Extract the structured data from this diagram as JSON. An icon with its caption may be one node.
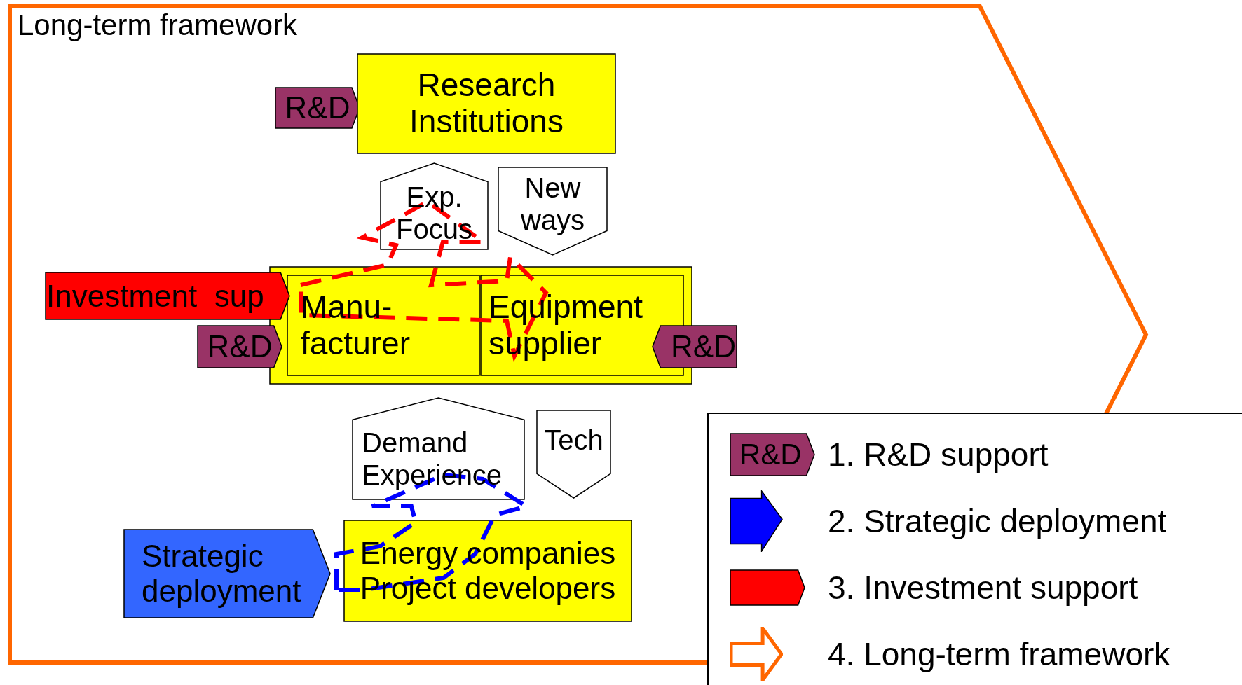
{
  "diagram": {
    "nodes": [
      {
        "text": [
          "Long-term framework"
        ]
      },
      {
        "text": [
          "R&D"
        ],
        "in": 0
      },
      {
        "text": [
          "Research Institutions"
        ],
        "in": 0
      },
      {
        "text": [
          "Exp. Focus"
        ],
        "in": 0
      },
      {
        "text": [
          "New ways"
        ],
        "in": 0
      },
      {
        "text": [],
        "shape": "box",
        "in": 0
      },
      {
        "text": [
          "Manu- facturer"
        ],
        "in": 5
      },
      {
        "text": [
          "Equipment supplier"
        ],
        "in": 5
      },
      {
        "text": [
          "Investment  sup"
        ],
        "in": 0
      },
      {
        "text": [
          "R&D"
        ],
        "in": 0
      },
      {
        "text": [
          "R&D"
        ],
        "in": 0
      },
      {
        "text": [
          "Demand Experience"
        ],
        "in": 0
      },
      {
        "text": [
          "Tech"
        ],
        "in": 0
      },
      {
        "text": [
          "Energy companies Project developers"
        ],
        "in": 0
      },
      {
        "text": [
          "Strategic deployment"
        ],
        "in": 0
      },
      {
        "text": [],
        "shape": "loop",
        "in": 0
      },
      {
        "text": [],
        "shape": "loop",
        "in": 0
      }
    ],
    "labels": [
      "R&D"
    ],
    "legend": [
      {
        "text": "1. R&D support",
        "color": "#993366"
      },
      {
        "text": "2. Strategic deployment",
        "color": "#0000ff"
      },
      {
        "text": "3. Investment support",
        "color": "#ff0000"
      },
      {
        "text": "4. Long-term framework"
      }
    ]
  }
}
